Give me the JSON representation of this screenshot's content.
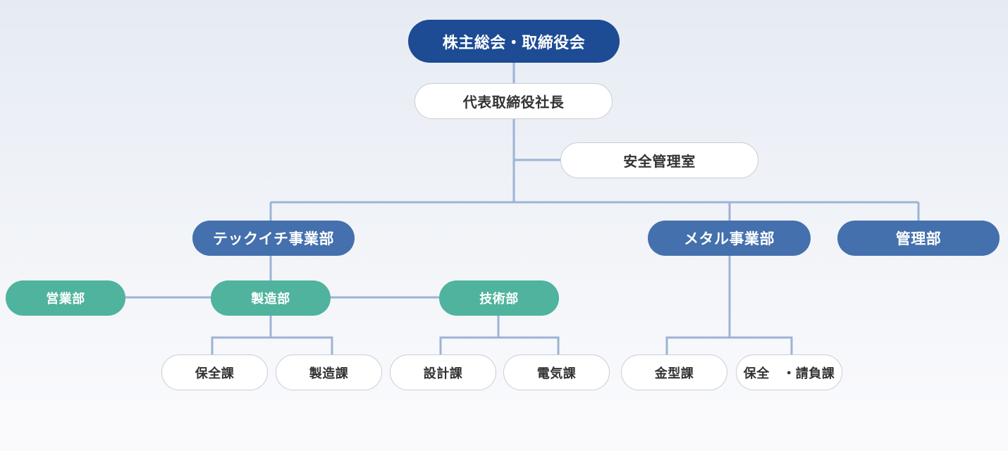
{
  "org": {
    "top": "株主総会・取締役会",
    "president": "代表取締役社長",
    "safety_office": "安全管理室",
    "divisions": {
      "techichi": "テックイチ事業部",
      "metal": "メタル事業部",
      "admin": "管理部"
    },
    "departments": {
      "sales": "営業部",
      "manufacturing": "製造部",
      "engineering": "技術部"
    },
    "sections": {
      "maintenance": "保全課",
      "manufacturing": "製造課",
      "design": "設計課",
      "electrical": "電気課",
      "mold": "金型課",
      "maintenance_contract": "保全　・請負課"
    }
  },
  "colors": {
    "top": "#1d4b94",
    "division": "#4470ad",
    "department": "#4fb39d",
    "connector": "#9db3d6",
    "outline_border": "#c8ccd3",
    "text_dark": "#333333"
  }
}
